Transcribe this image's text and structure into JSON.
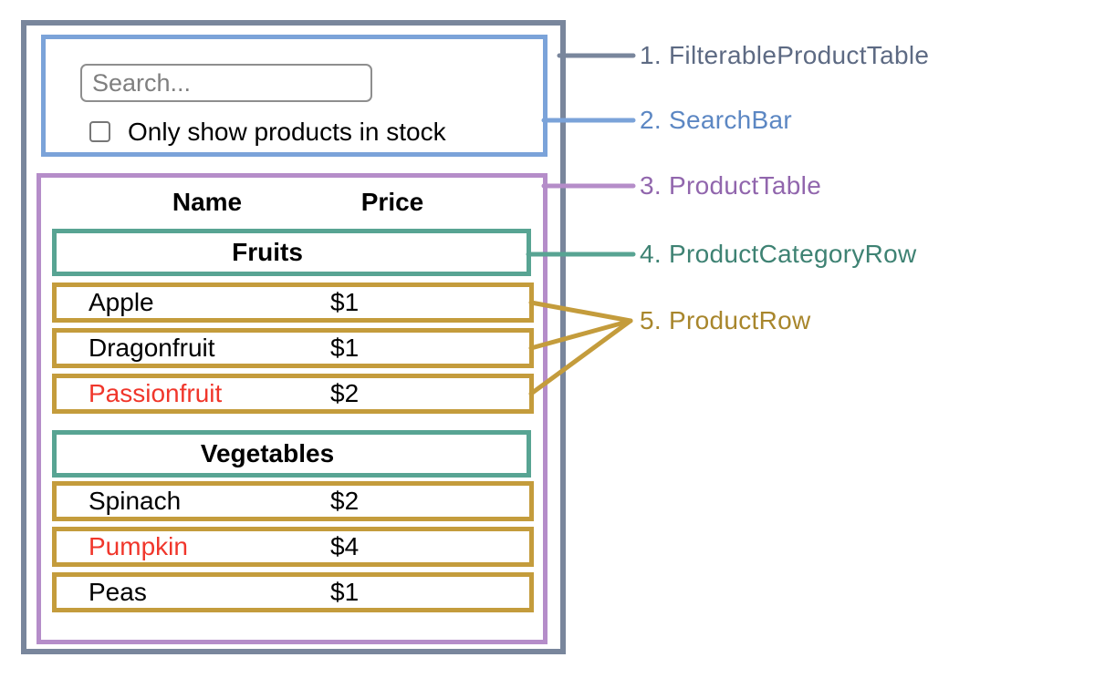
{
  "app": {
    "search_bar": {
      "placeholder": "Search...",
      "checkbox_label": "Only show products in stock",
      "checkbox_checked": false
    },
    "product_table": {
      "columns": [
        "Name",
        "Price"
      ],
      "sections": [
        {
          "category": "Fruits",
          "products": [
            {
              "name": "Apple",
              "price": "$1",
              "highlighted": false
            },
            {
              "name": "Dragonfruit",
              "price": "$1",
              "highlighted": false
            },
            {
              "name": "Passionfruit",
              "price": "$2",
              "highlighted": true
            }
          ]
        },
        {
          "category": "Vegetables",
          "products": [
            {
              "name": "Spinach",
              "price": "$2",
              "highlighted": false
            },
            {
              "name": "Pumpkin",
              "price": "$4",
              "highlighted": true
            },
            {
              "name": "Peas",
              "price": "$1",
              "highlighted": false
            }
          ]
        }
      ]
    },
    "legend": [
      {
        "label": "1. FilterableProductTable",
        "line_color": "#79869c",
        "text_color": "#5d6a83"
      },
      {
        "label": "2. SearchBar",
        "line_color": "#7ba3d9",
        "text_color": "#5c87c3"
      },
      {
        "label": "3. ProductTable",
        "line_color": "#b58dc9",
        "text_color": "#9166ad"
      },
      {
        "label": "4. ProductCategoryRow",
        "line_color": "#58a493",
        "text_color": "#3e8273"
      },
      {
        "label": "5. ProductRow",
        "line_color": "#c49c3c",
        "text_color": "#a8862c"
      }
    ],
    "highlight_color": "#f0362b"
  }
}
